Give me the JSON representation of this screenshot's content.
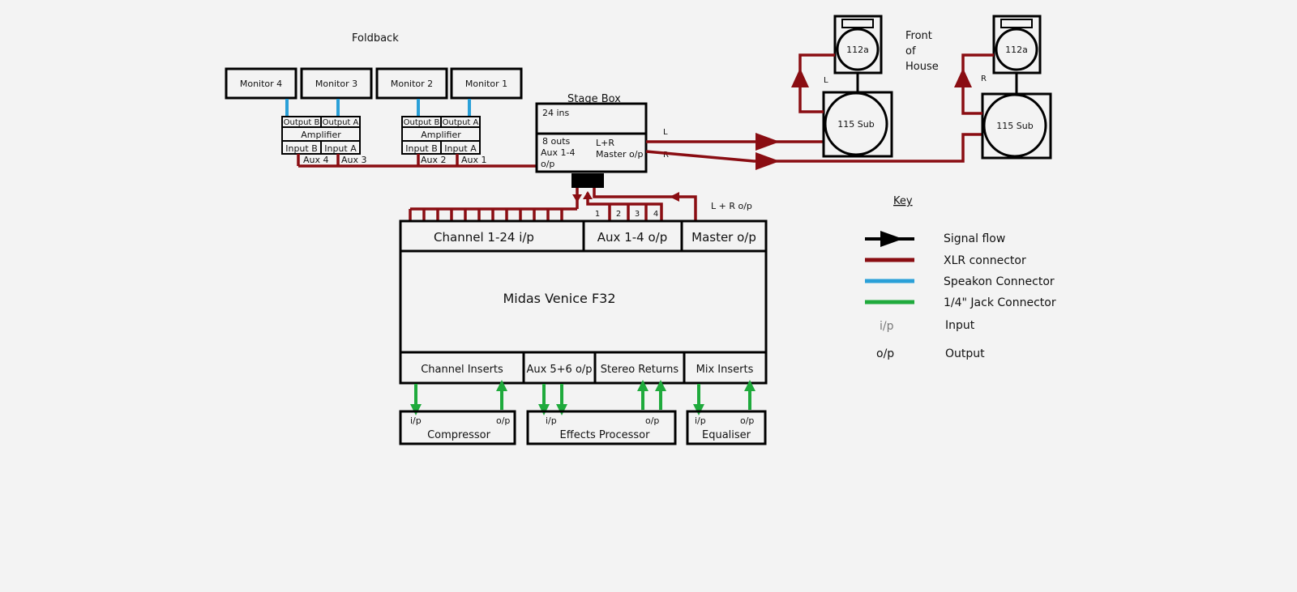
{
  "foldback": {
    "title": "Foldback",
    "monitors": [
      "Monitor 4",
      "Monitor 3",
      "Monitor 2",
      "Monitor 1"
    ],
    "amplifier": "Amplifier",
    "output_b": "Output B",
    "output_a": "Output A",
    "input_b": "Input B",
    "input_a": "Input A",
    "aux_labels": [
      "Aux 4",
      "Aux 3",
      "Aux 2",
      "Aux 1"
    ]
  },
  "stage_box": {
    "title": "Stage Box",
    "ins": "24 ins",
    "outs_line1": "8 outs",
    "outs_line2": "Aux 1-4",
    "outs_line3": "o/p",
    "lr_line1": "L+R",
    "lr_line2": "Master o/p",
    "l": "L",
    "r": "R"
  },
  "foh": {
    "title_line1": "Front",
    "title_line2": "of",
    "title_line3": "House",
    "top_label": "112a",
    "sub_label": "115 Sub",
    "left": "L",
    "right": "R"
  },
  "mixer": {
    "name": "Midas Venice F32",
    "channel_io": "Channel 1-24 i/p",
    "aux_out": "Aux 1-4 o/p",
    "master_out": "Master o/p",
    "channel_inserts": "Channel Inserts",
    "aux56": "Aux 5+6 o/p",
    "stereo_returns": "Stereo Returns",
    "mix_inserts": "Mix Inserts",
    "aux_numbers": [
      "1",
      "2",
      "3",
      "4"
    ],
    "lr_out": "L + R o/p"
  },
  "outboard": {
    "compressor": "Compressor",
    "effects": "Effects Processor",
    "equaliser": "Equaliser",
    "ip": "i/p",
    "op": "o/p"
  },
  "key": {
    "title": "Key",
    "signal_flow": "Signal flow",
    "xlr": "XLR connector",
    "speakon": "Speakon Connector",
    "jack": "1/4\" Jack Connector",
    "input_sym": "i/p",
    "input": "Input",
    "output_sym": "o/p",
    "output": "Output"
  },
  "colors": {
    "xlr": "#8a0d12",
    "speakon": "#2aa0d8",
    "jack": "#1faa3c",
    "background": "#f3f3f3"
  }
}
